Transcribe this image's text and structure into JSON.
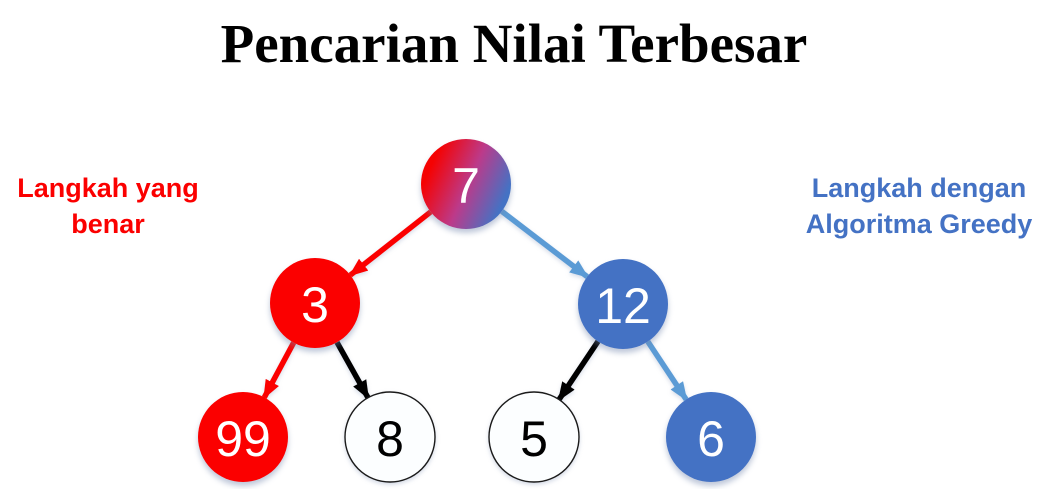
{
  "title": "Pencarian Nilai Terbesar",
  "annotations": {
    "left": {
      "text": "Langkah yang benar",
      "color": "#fb0000"
    },
    "right": {
      "text": "Langkah dengan Algoritma Greedy",
      "color": "#4472c4"
    }
  },
  "colors": {
    "red": "#fb0000",
    "blue": "#4472c4",
    "light_blue": "#5b9bd5",
    "black": "#000000",
    "white_node_fill": "#fcfeff",
    "white_node_border": "#1a1a1a",
    "node_text_light": "#ffffff",
    "node_text_dark": "#000000",
    "root_gradient": [
      "#f50202",
      "#bc3a8a",
      "#4472c4"
    ]
  },
  "tree": {
    "nodes": [
      {
        "id": "7",
        "label": "7",
        "fill": "gradient",
        "text": "light"
      },
      {
        "id": "3",
        "label": "3",
        "fill": "red",
        "text": "light"
      },
      {
        "id": "12",
        "label": "12",
        "fill": "blue",
        "text": "light"
      },
      {
        "id": "99",
        "label": "99",
        "fill": "red",
        "text": "light"
      },
      {
        "id": "8",
        "label": "8",
        "fill": "white",
        "text": "dark"
      },
      {
        "id": "5",
        "label": "5",
        "fill": "white",
        "text": "dark"
      },
      {
        "id": "6",
        "label": "6",
        "fill": "blue",
        "text": "light"
      }
    ],
    "edges": [
      {
        "from": "7",
        "to": "3",
        "color": "red"
      },
      {
        "from": "7",
        "to": "12",
        "color": "light_blue"
      },
      {
        "from": "3",
        "to": "99",
        "color": "red"
      },
      {
        "from": "3",
        "to": "8",
        "color": "black"
      },
      {
        "from": "12",
        "to": "5",
        "color": "black"
      },
      {
        "from": "12",
        "to": "6",
        "color": "light_blue"
      }
    ]
  }
}
